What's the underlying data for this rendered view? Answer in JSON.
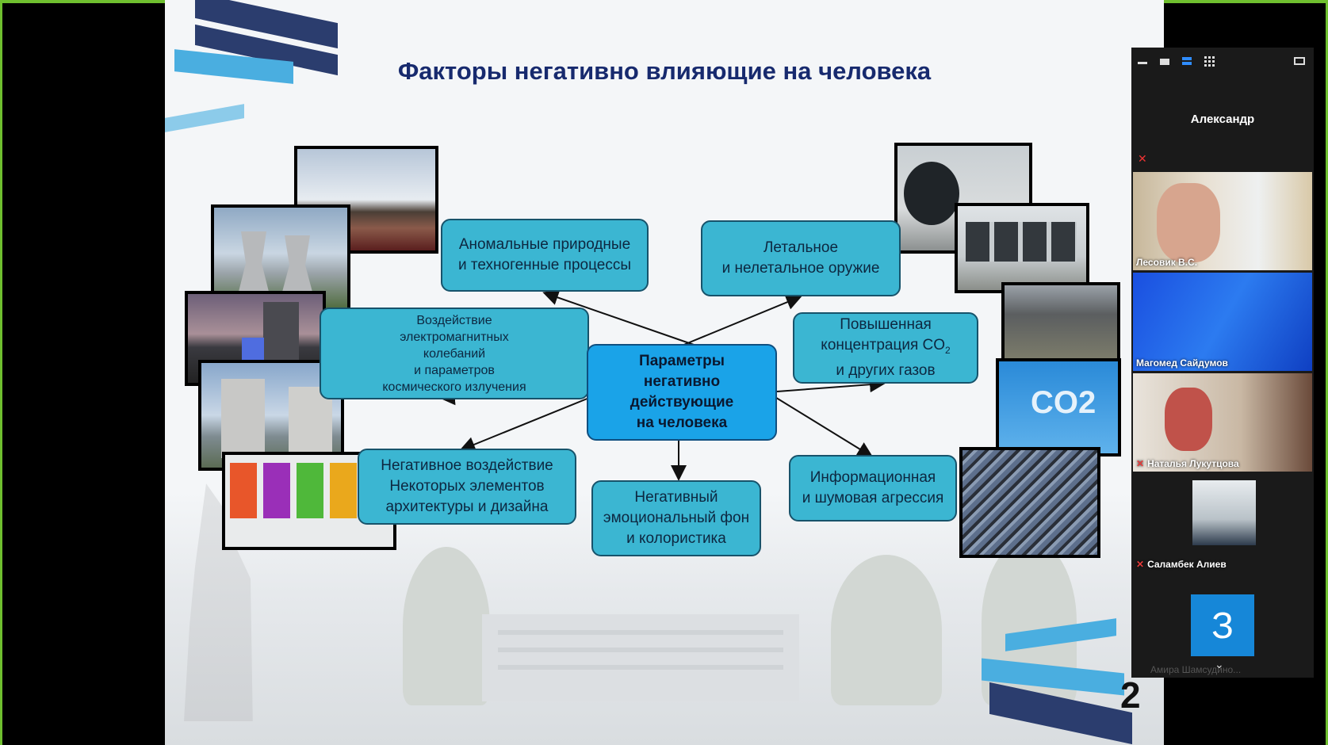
{
  "slide": {
    "title": "Факторы негативно влияющие на человека",
    "page_number": "2",
    "center_box": "Параметры\nнегативно\nдействующие\nна человека",
    "boxes": {
      "anomalous": "Аномальные природные\nи техногенные процессы",
      "weapons": "Летальное\nи нелетальное оружие",
      "electromagnetic": "Воздействие\nэлектромагнитных\nколебаний\nи параметров\nкосмического излучения",
      "co2_prefix": "Повышенная\nконцентрация CO",
      "co2_sub": "2",
      "co2_suffix": "и других газов",
      "architecture": "Негативное воздействие\nНекоторых элементов\nархитектуры и дизайна",
      "emotional": "Негативный\nэмоциональный фон\nи колористика",
      "info_noise": "Информационная\nи шумовая агрессия"
    },
    "co2_cloud_text": "CO2"
  },
  "zoom_panel": {
    "header_name": "Александр",
    "participants": [
      {
        "name": "Лесовик В.С.",
        "muted": false
      },
      {
        "name": "Магомед Сайдумов",
        "muted": false
      },
      {
        "name": "Наталья Лукутцова",
        "muted": true
      },
      {
        "name": "Саламбек Алиев",
        "muted": true
      }
    ],
    "avatar_initial": "З",
    "last_participant": "Амира Шамсудино..."
  },
  "colors": {
    "frame": "#6fbf2f",
    "box_fill": "#3bb6d2",
    "center_fill": "#1aa3e8",
    "title": "#172a6e",
    "avatar": "#1687d8"
  },
  "icons": [
    "minimize-icon",
    "restore-icon",
    "speaker-view-icon",
    "gallery-view-icon",
    "mic-off-icon",
    "chevron-down-icon"
  ]
}
